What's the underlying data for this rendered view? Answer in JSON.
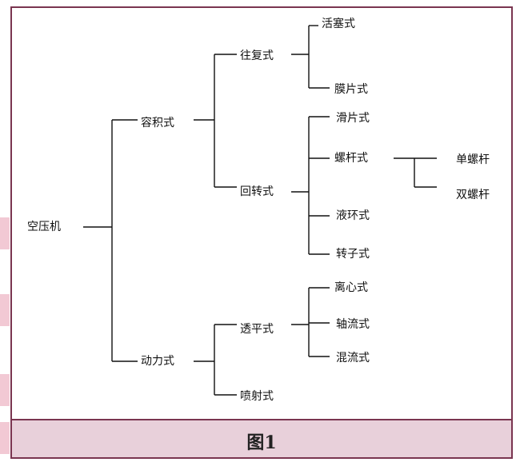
{
  "diagram": {
    "root": "空压机",
    "level1": [
      "容积式",
      "动力式"
    ],
    "volumetric_children": [
      "往复式",
      "回转式"
    ],
    "reciprocating_children": [
      "活塞式",
      "膜片式"
    ],
    "rotary_children": [
      "滑片式",
      "螺杆式",
      "液环式",
      "转子式"
    ],
    "screw_children": [
      "单螺杆",
      "双螺杆"
    ],
    "dynamic_children": [
      "透平式",
      "喷射式"
    ],
    "turbo_children": [
      "离心式",
      "轴流式",
      "混流式"
    ]
  },
  "caption": "图1",
  "colors": {
    "frame": "#7a3550",
    "caption_fill": "#e8d0da",
    "side_marks": "#f2c9d4",
    "lines": "#111111"
  }
}
